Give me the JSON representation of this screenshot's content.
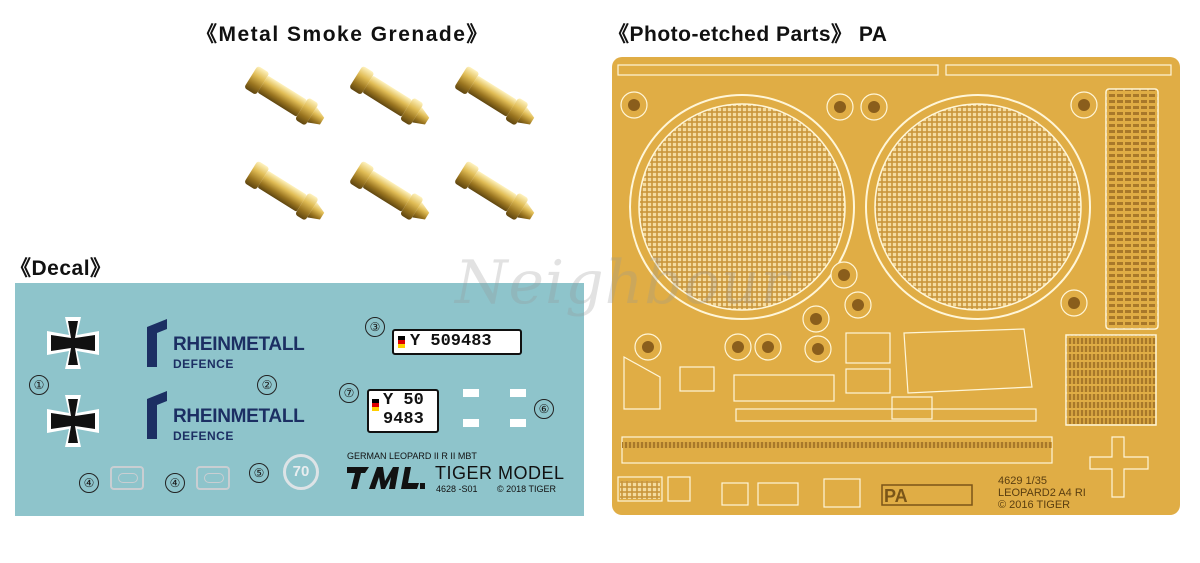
{
  "titles": {
    "smoke": "《Metal Smoke Grenade》",
    "photo_etched": "《Photo-etched Parts》  PA",
    "decal": "《Decal》"
  },
  "decal": {
    "brand_word": "RHEINMETALL",
    "brand_sub": "DEFENCE",
    "markers": [
      "①",
      "②",
      "③",
      "④",
      "④",
      "⑤",
      "⑥",
      "⑦"
    ],
    "plate_long": "Y 509483",
    "plate_sq_top": "Y 50",
    "plate_sq_bottom": "9483",
    "round_number": "70",
    "title_line": "GERMAN LEOPARD II R II MBT",
    "maker": "TIGER MODEL",
    "code": "4628 -S01",
    "copyright": "© 2018 TIGER"
  },
  "pe": {
    "label_1": "4629 1/35",
    "label_2": "LEOPARD2 A4 RI",
    "label_3": "© 2016 TIGER",
    "pa": "PA"
  },
  "watermark": "Neighbour",
  "colors": {
    "decal_bg": "#8ec4cb",
    "pe_brass": "#e0ad45",
    "rheinmetall_blue": "#1c2f63",
    "grenade_gold": "#c9a23a"
  }
}
